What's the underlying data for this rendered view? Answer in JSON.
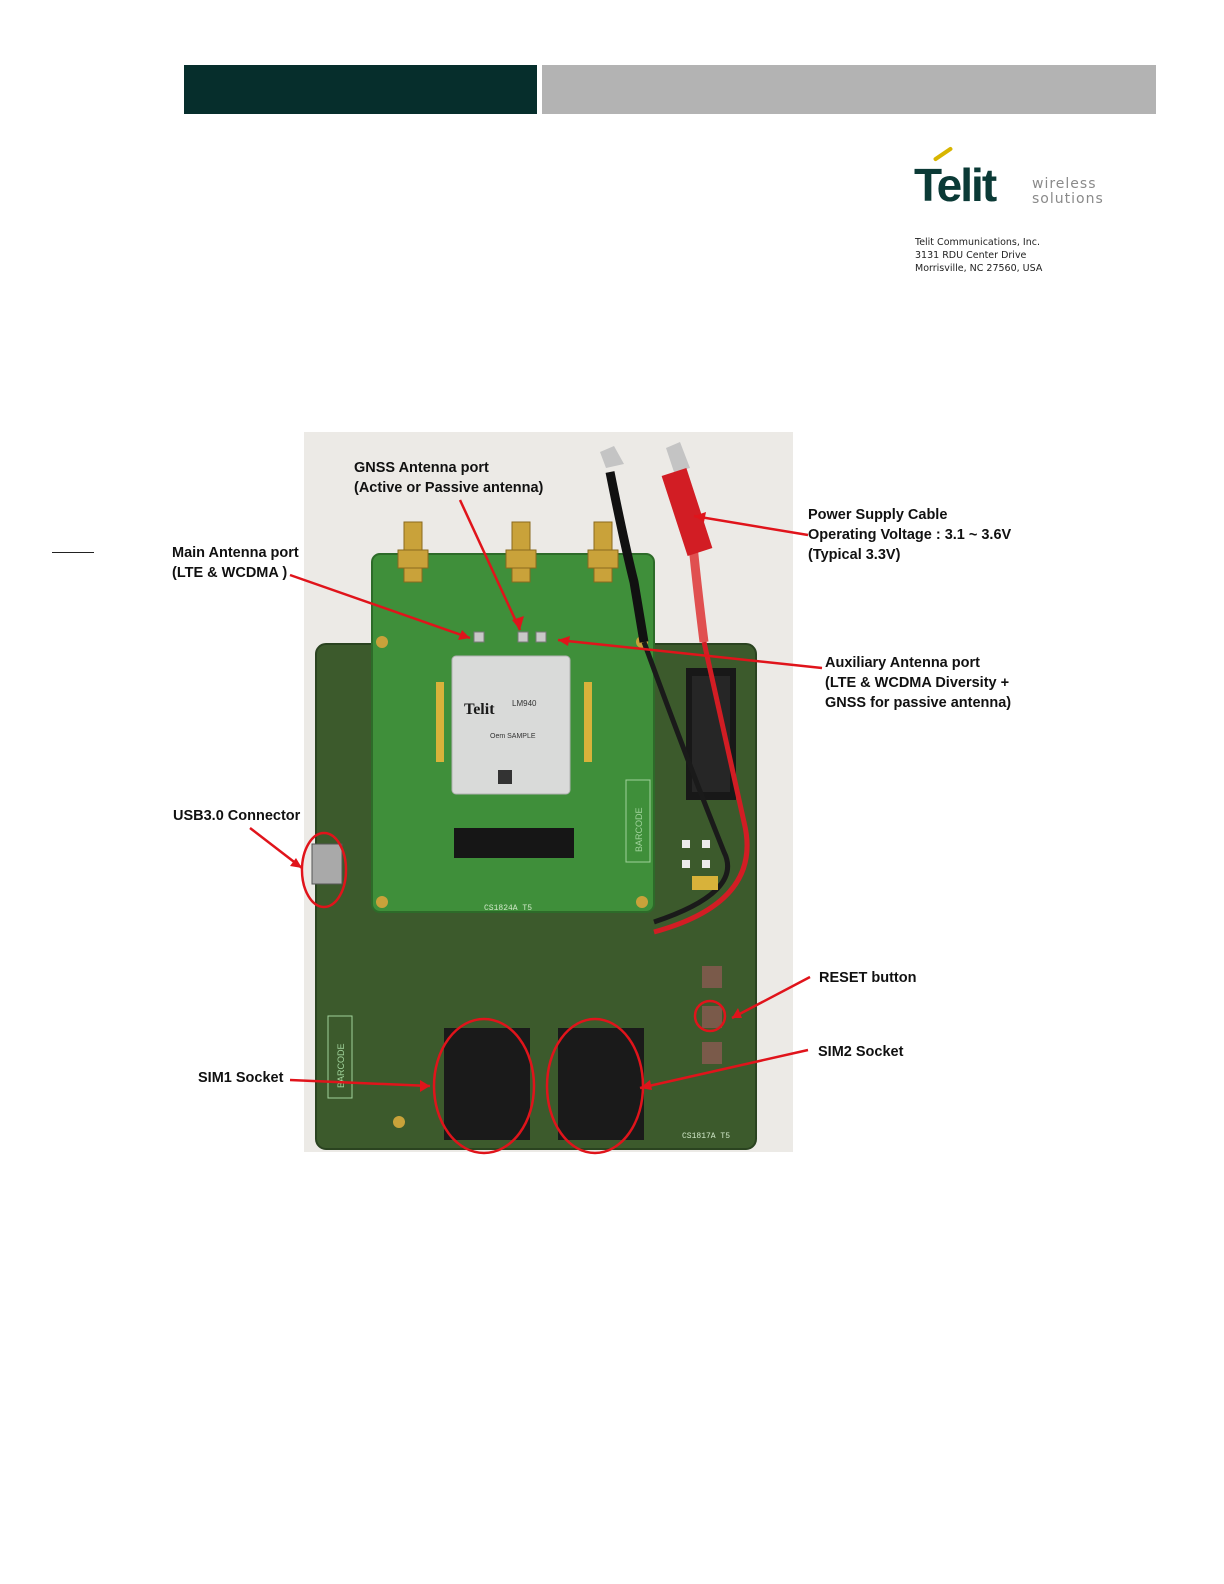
{
  "header": {
    "dark_bar_color": "#062e2c",
    "gray_bar_color": "#b3b3b3"
  },
  "logo": {
    "wordmark": "Telit",
    "tagline_line1": "wireless",
    "tagline_line2": "solutions",
    "brand_color": "#0b3a36",
    "accent_color": "#d8b500"
  },
  "address": {
    "line1": "Telit Communications, Inc.",
    "line2": "3131 RDU Center Drive",
    "line3": "Morrisville, NC 27560, USA"
  },
  "figure": {
    "module_brand": "Telit",
    "module_name": "LM940",
    "module_sample": "Oem SAMPLE",
    "barcode_label": "BARCODE",
    "board_id_top": "CS1824A T5",
    "board_id_bottom": "CS1817A T5",
    "callouts": {
      "gnss_line1": "GNSS Antenna port",
      "gnss_line2": "(Active or Passive antenna)",
      "main_line1": "Main Antenna port",
      "main_line2": "(LTE & WCDMA )",
      "power_line1": "Power Supply Cable",
      "power_line2": "Operating Voltage : 3.1 ~ 3.6V",
      "power_line3": "(Typical 3.3V)",
      "aux_line1": "Auxiliary Antenna port",
      "aux_line2": "(LTE & WCDMA Diversity +",
      "aux_line3": "GNSS for passive antenna)",
      "usb": "USB3.0 Connector",
      "reset": "RESET button",
      "sim1": "SIM1 Socket",
      "sim2": "SIM2 Socket"
    },
    "annotation_color": "#e0141b"
  }
}
